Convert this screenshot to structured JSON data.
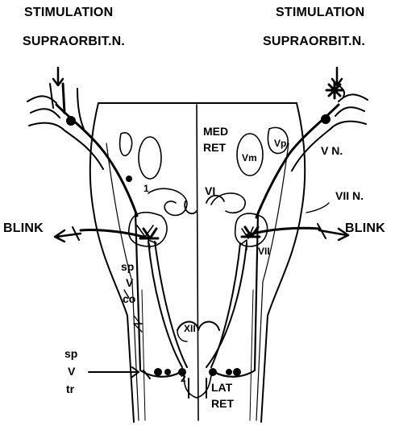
{
  "labels": {
    "stim_left": "STIMULATION",
    "supra_left": "SUPRAORBIT.N.",
    "stim_right": "STIMULATION",
    "supra_right": "SUPRAORBIT.N.",
    "med": "MED",
    "ret": "RET",
    "vn": "V N.",
    "vm": "Vm",
    "vp": "Vp",
    "vi": "VI",
    "vii_n": "VII N.",
    "vii": "VII",
    "blink_left": "BLINK",
    "blink_right": "BLINK",
    "num1": "1",
    "num2": "2",
    "sp_v_co_1": "sp",
    "sp_v_co_2": "V",
    "sp_v_co_3": "co",
    "sp_v_tr_1": "sp",
    "sp_v_tr_2": "V",
    "sp_v_tr_3": "tr",
    "xii": "XII",
    "lat": "LAT",
    "lat_ret": "RET"
  },
  "colors": {
    "ink": "#000000",
    "paper": "#ffffff"
  }
}
